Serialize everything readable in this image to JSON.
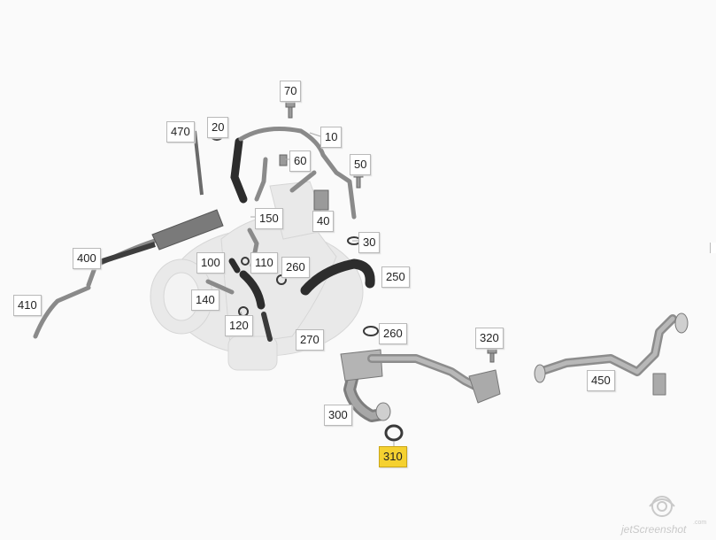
{
  "diagram": {
    "title": "",
    "parts": [
      {
        "id": "70",
        "label": "70",
        "selected": false
      },
      {
        "id": "470",
        "label": "470",
        "selected": false
      },
      {
        "id": "20",
        "label": "20",
        "selected": false
      },
      {
        "id": "10",
        "label": "10",
        "selected": false
      },
      {
        "id": "60",
        "label": "60",
        "selected": false
      },
      {
        "id": "50",
        "label": "50",
        "selected": false
      },
      {
        "id": "150",
        "label": "150",
        "selected": false
      },
      {
        "id": "40",
        "label": "40",
        "selected": false
      },
      {
        "id": "30",
        "label": "30",
        "selected": false
      },
      {
        "id": "400",
        "label": "400",
        "selected": false
      },
      {
        "id": "100",
        "label": "100",
        "selected": false
      },
      {
        "id": "110",
        "label": "110",
        "selected": false
      },
      {
        "id": "260a",
        "label": "260",
        "selected": false
      },
      {
        "id": "250",
        "label": "250",
        "selected": false
      },
      {
        "id": "140",
        "label": "140",
        "selected": false
      },
      {
        "id": "410",
        "label": "410",
        "selected": false
      },
      {
        "id": "120",
        "label": "120",
        "selected": false
      },
      {
        "id": "260b",
        "label": "260",
        "selected": false
      },
      {
        "id": "270",
        "label": "270",
        "selected": false
      },
      {
        "id": "320",
        "label": "320",
        "selected": false
      },
      {
        "id": "450",
        "label": "450",
        "selected": false
      },
      {
        "id": "300",
        "label": "300",
        "selected": false
      },
      {
        "id": "310",
        "label": "310",
        "selected": true
      }
    ],
    "colors": {
      "selected": "#f5d130",
      "part_line": "#5a5a5a",
      "turbo": "#e6e6e6"
    },
    "watermark": {
      "line1": "jetScreenshot",
      "line2": ".com"
    }
  }
}
